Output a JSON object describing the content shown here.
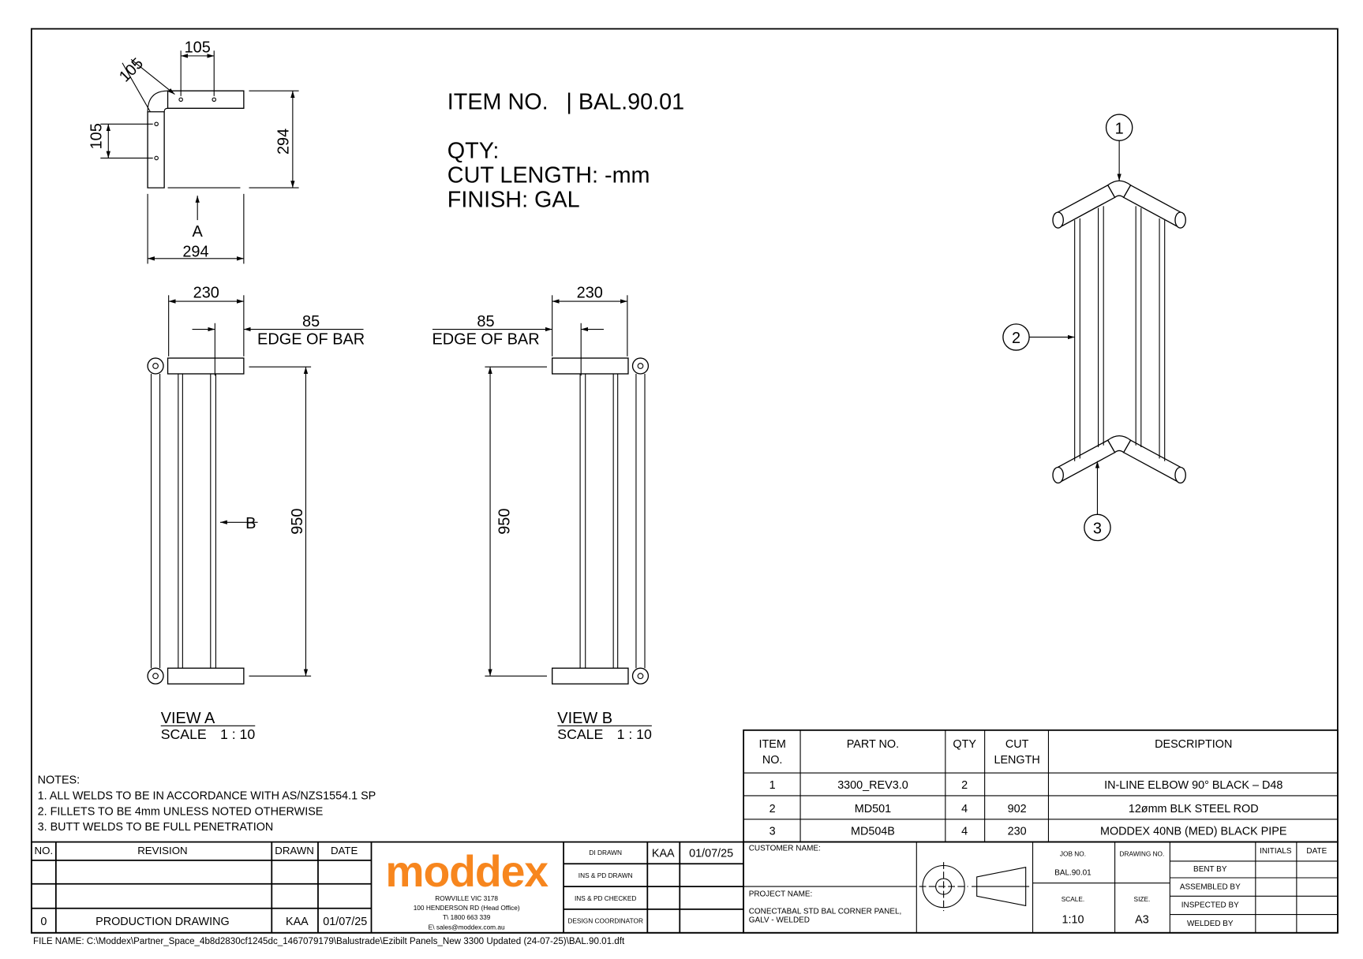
{
  "header": {
    "item_no_label": "ITEM NO.",
    "item_no_value": "| BAL.90.01",
    "qty": "QTY:",
    "cut_length": "CUT LENGTH: -mm",
    "finish": "FINISH: GAL"
  },
  "top_view": {
    "dim_top": "105",
    "dim_diag": "105",
    "dim_side": "105",
    "dim_height": "294",
    "dim_width": "294",
    "view_arrow": "A"
  },
  "view_a": {
    "dim_width": "230",
    "dim_offset": "85",
    "edge_label": "EDGE OF BAR",
    "dim_height": "950",
    "view_arrow": "B",
    "title": "VIEW A",
    "scale_label": "SCALE",
    "scale_value": "1 : 10"
  },
  "view_b": {
    "dim_width": "230",
    "dim_offset": "85",
    "edge_label": "EDGE OF BAR",
    "dim_height": "950",
    "title": "VIEW B",
    "scale_label": "SCALE",
    "scale_value": "1 : 10"
  },
  "balloons": [
    "1",
    "2",
    "3"
  ],
  "notes": {
    "title": "NOTES:",
    "items": [
      "1. ALL WELDS TO BE IN ACCORDANCE WITH AS/NZS1554.1 SP",
      "2. FILLETS TO BE 4mm UNLESS NOTED OTHERWISE",
      "3. BUTT WELDS TO BE FULL PENETRATION"
    ]
  },
  "parts_table": {
    "headers": [
      "ITEM",
      "NO.",
      "PART NO.",
      "QTY",
      "CUT",
      "LENGTH",
      "DESCRIPTION"
    ],
    "rows": [
      {
        "item": "1",
        "part": "3300_REV3.0",
        "qty": "2",
        "cut": "",
        "desc": "IN-LINE ELBOW 90° BLACK – D48"
      },
      {
        "item": "2",
        "part": "MD501",
        "qty": "4",
        "cut": "902",
        "desc": "12ømm BLK STEEL ROD"
      },
      {
        "item": "3",
        "part": "MD504B",
        "qty": "4",
        "cut": "230",
        "desc": "MODDEX 40NB (MED) BLACK PIPE"
      }
    ]
  },
  "revision_table": {
    "headers": [
      "NO.",
      "REVISION",
      "DRAWN",
      "DATE"
    ],
    "rows": [
      {
        "no": "0",
        "revision": "PRODUCTION DRAWING",
        "drawn": "KAA",
        "date": "01/07/25"
      }
    ]
  },
  "brand": {
    "logo": "moddex",
    "color": "#F7861E",
    "address1": "ROWVILLE VIC 3178",
    "address2": "100 HENDERSON RD (Head Office)",
    "phone": "T\\ 1800 663 339",
    "email": "E\\ sales@moddex.com.au"
  },
  "approvals": [
    {
      "label": "DI DRAWN",
      "initials": "KAA",
      "date": "01/07/25"
    },
    {
      "label": "INS & PD DRAWN"
    },
    {
      "label": "INS & PD CHECKED"
    },
    {
      "label": "DESIGN COORDINATOR"
    }
  ],
  "title_block": {
    "customer_label": "CUSTOMER NAME:",
    "project_label": "PROJECT NAME:",
    "project_line1": "CONECTABAL STD BAL CORNER PANEL,",
    "project_line2": "GALV - WELDED",
    "job_label": "JOB NO.",
    "job_value": "BAL.90.01",
    "drawing_label": "DRAWING NO.",
    "scale_label": "SCALE.",
    "scale_value": "1:10",
    "size_label": "SIZE.",
    "size_value": "A3",
    "initials_label": "INITIALS",
    "date_label": "DATE",
    "signoffs": [
      "BENT BY",
      "ASSEMBLED BY",
      "INSPECTED BY",
      "WELDED BY"
    ]
  },
  "file_name": "FILE NAME: C:\\Moddex\\Partner_Space_4b8d2830cf1245dc_1467079179\\Balustrade\\Ezibilt Panels_New 3300 Updated (24-07-25)\\BAL.90.01.dft"
}
